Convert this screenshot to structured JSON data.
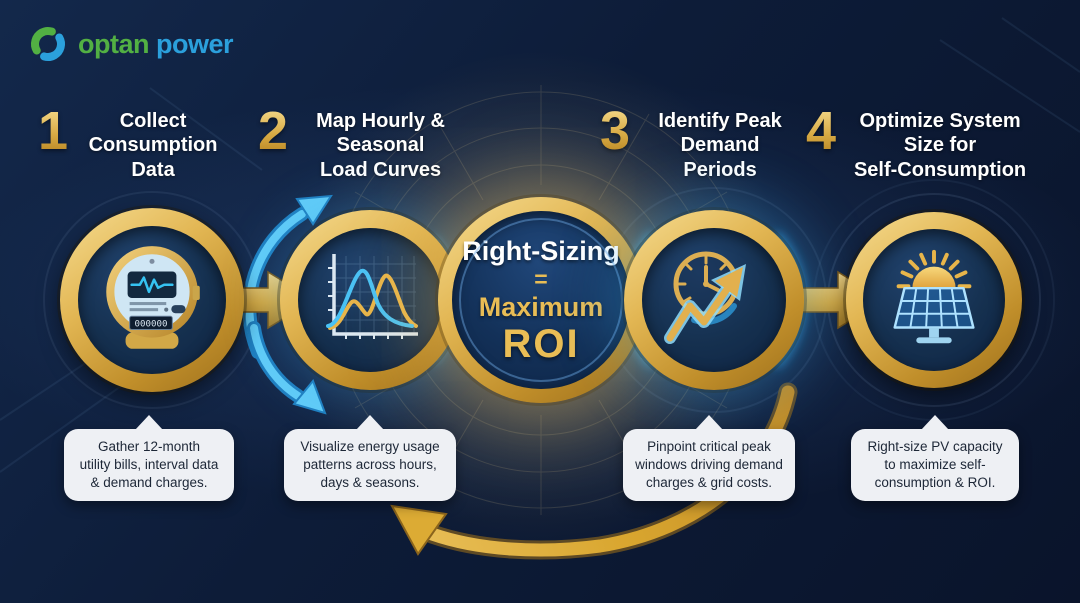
{
  "brand": {
    "name_primary": "optan",
    "name_secondary": "power",
    "logo_icon": "swirl-ring-icon"
  },
  "center_badge": {
    "line1": "Right-Sizing",
    "equals": "=",
    "line2": "Maximum",
    "line3": "ROI"
  },
  "steps": [
    {
      "number": "1",
      "title": "Collect\nConsumption\nData",
      "icon": "smart-meter-icon",
      "meter_display": "000000",
      "callout": "Gather 12-month\nutility bills, interval data\n& demand charges."
    },
    {
      "number": "2",
      "title": "Map Hourly &\nSeasonal\nLoad Curves",
      "icon": "load-curves-chart-icon",
      "callout": "Visualize energy usage\npatterns across hours,\ndays & seasons."
    },
    {
      "number": "3",
      "title": "Identify Peak\nDemand\nPeriods",
      "icon": "clock-trend-arrow-icon",
      "callout": "Pinpoint critical peak\nwindows driving demand\ncharges & grid costs."
    },
    {
      "number": "4",
      "title": "Optimize System\nSize for\nSelf-Consumption",
      "icon": "solar-panel-sun-icon",
      "callout": "Right-size PV capacity\nto maximize self-\nconsumption & ROI."
    }
  ],
  "colors": {
    "background_navy": "#0d1c38",
    "gold": "#d9a93f",
    "gold_light": "#f1cf7a",
    "cyan": "#49c2f5",
    "brand_green": "#52b043",
    "brand_blue": "#2ba0dc",
    "callout_bg": "#eef0f4",
    "callout_text": "#1d2737"
  }
}
